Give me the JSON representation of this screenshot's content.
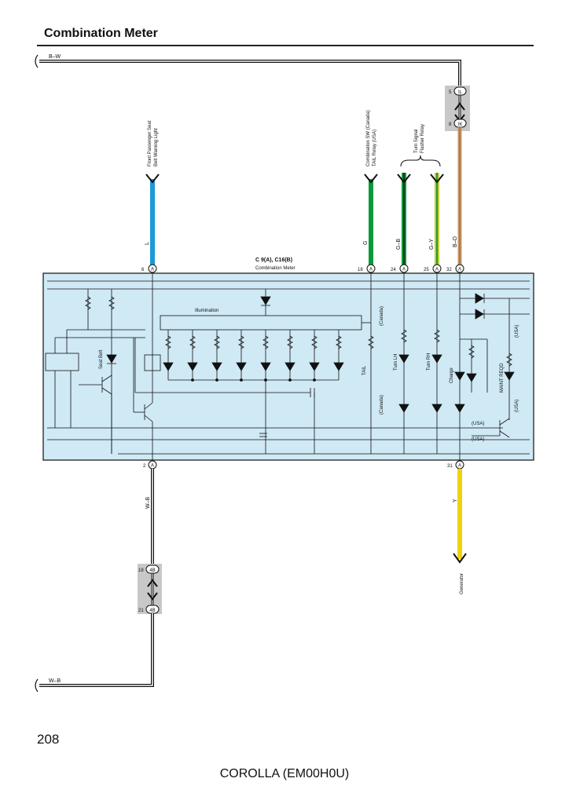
{
  "page": {
    "title": "Combination Meter",
    "page_number": "208",
    "footer": "COROLLA (EM00H0U)"
  },
  "wires": {
    "top": "B–W",
    "bottom": "W–B",
    "front_seat": "L",
    "tail": "G",
    "turn_lh": "G–B",
    "turn_rh": "G–Y",
    "illum": "B–O",
    "ground": "W–B",
    "generator": "Y"
  },
  "colors": {
    "panel": "#cfe9f5",
    "wire_l": "#1a9ad6",
    "wire_g": "#0a9a3a",
    "wire_gy": "#b7d23a",
    "wire_bo": "#c89a6a",
    "wire_y": "#f0d20a",
    "connector_box": "#c8c8c8"
  },
  "connector": {
    "label": "C 9(A), C16(B)",
    "sub": "Combination Meter",
    "pin_letter": "A",
    "pins": {
      "p6": "6",
      "p18": "18",
      "p24": "24",
      "p25": "25",
      "p32": "32",
      "p2": "2",
      "p31": "31"
    }
  },
  "junctions": {
    "top_upper_pin": "5",
    "top_upper_code": "IL",
    "top_lower_pin": "8",
    "top_lower_code": "IK",
    "bottom_upper_pin": "18",
    "bottom_upper_code": "4B",
    "bottom_lower_pin": "21",
    "bottom_lower_code": "4B"
  },
  "labels": {
    "front_seat_1": "Front Passenger Seat",
    "front_seat_2": "Belt Warning Light",
    "comb_sw_1": "Combination SW (Canada)",
    "comb_sw_2": "TAIL Relay (USA)",
    "turn_signal_1": "Turn Signal",
    "turn_signal_2": "Flasher Relay",
    "illumination": "Illumination",
    "seat_belt": "Seat Belt",
    "canada": "(Canada)",
    "usa": "(USA)",
    "tail": "TAIL",
    "turn_lh": "Turn LH",
    "turn_rh": "Turn RH",
    "charge": "Charge",
    "maint": "MAINT REQD",
    "generator": "Generator"
  }
}
